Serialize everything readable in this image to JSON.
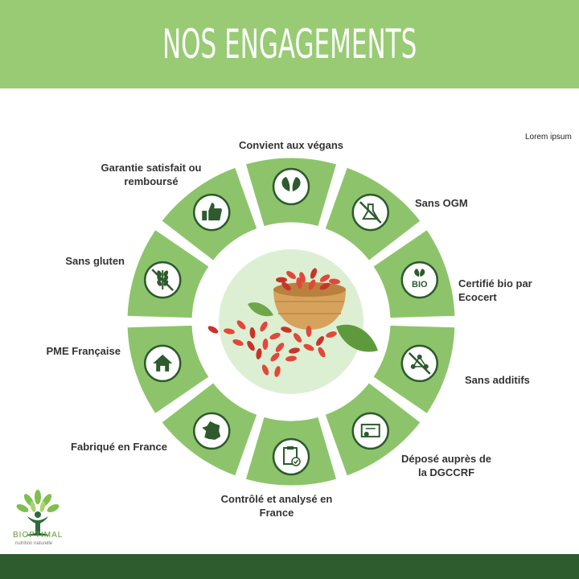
{
  "header": {
    "title": "NOS ENGAGEMENTS"
  },
  "note": "Lorem ipsum",
  "items": [
    {
      "label": "Convient aux végans",
      "icon": "leaf-icon"
    },
    {
      "label": "Sans OGM",
      "icon": "no-gmo-flask-icon"
    },
    {
      "label": "Certifié bio par\nEcocert",
      "icon": "bio-leaf-icon",
      "icon_text": "BIO"
    },
    {
      "label": "Sans additifs",
      "icon": "no-additives-molecule-icon"
    },
    {
      "label": "Déposé auprès de\nla DGCCRF",
      "icon": "certificate-icon"
    },
    {
      "label": "Contrôlé et analysé en\nFrance",
      "icon": "checklist-icon"
    },
    {
      "label": "Fabriqué en France",
      "icon": "france-map-icon"
    },
    {
      "label": "PME Française",
      "icon": "house-icon"
    },
    {
      "label": "Sans gluten",
      "icon": "gluten-free-wheat-icon"
    },
    {
      "label": "Garantie satisfait ou\nremboursé",
      "icon": "thumbs-up-icon"
    }
  ],
  "center_image": "goji-berries-bowl-image",
  "brand": {
    "name": "BIOPTIMAL",
    "tagline": "nutrition naturelle",
    "icon": "tree-logo-icon"
  },
  "colors": {
    "banner": "#98cb74",
    "segment": "#8dc46b",
    "icon_ring": "#2e5a2e",
    "footer": "#2f5c2f"
  }
}
